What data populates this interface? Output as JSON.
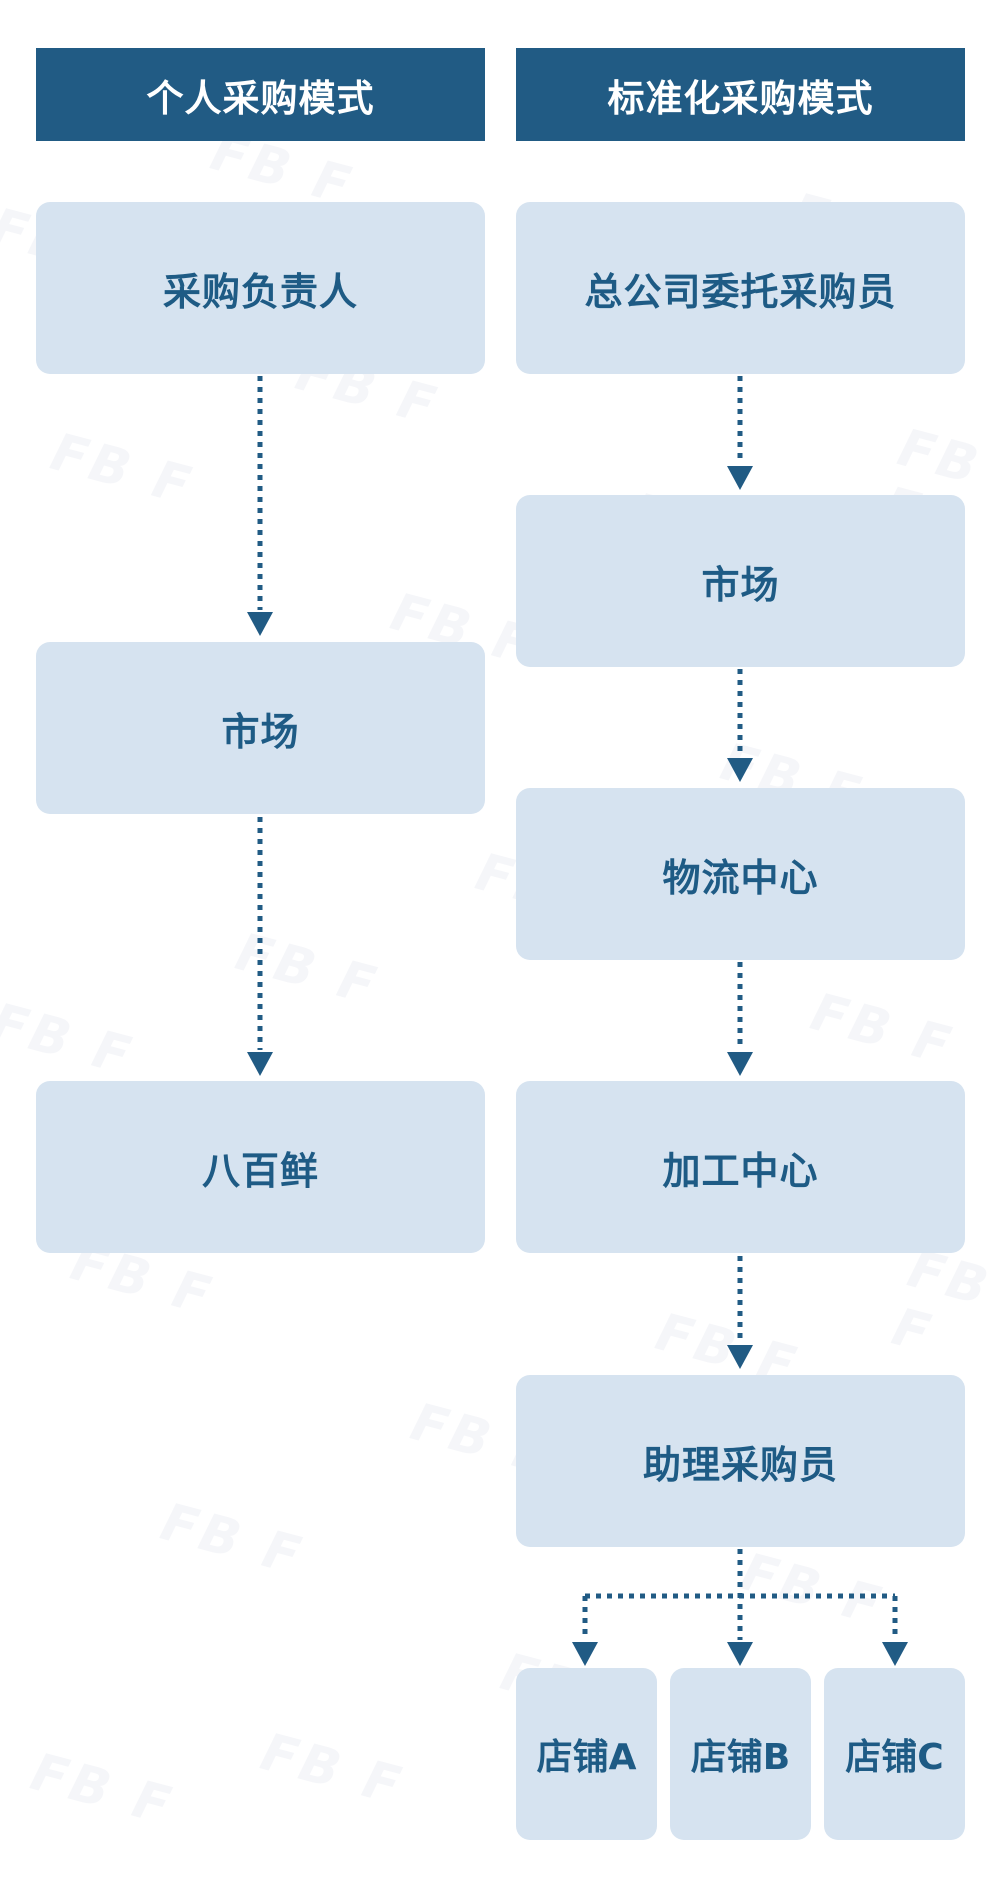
{
  "watermark": "FBIF",
  "columns": {
    "left": {
      "title": "个人采购模式",
      "nodes": [
        "采购负责人",
        "市场",
        "八百鲜"
      ]
    },
    "right": {
      "title": "标准化采购模式",
      "nodes": [
        "总公司委托采购员",
        "市场",
        "物流中心",
        "加工中心",
        "助理采购员"
      ],
      "stores": [
        "店铺A",
        "店铺B",
        "店铺C"
      ]
    }
  },
  "colors": {
    "header": "#215b84",
    "box": "#d6e3f0",
    "text": "#1e5b85",
    "arrow": "#215b84"
  }
}
